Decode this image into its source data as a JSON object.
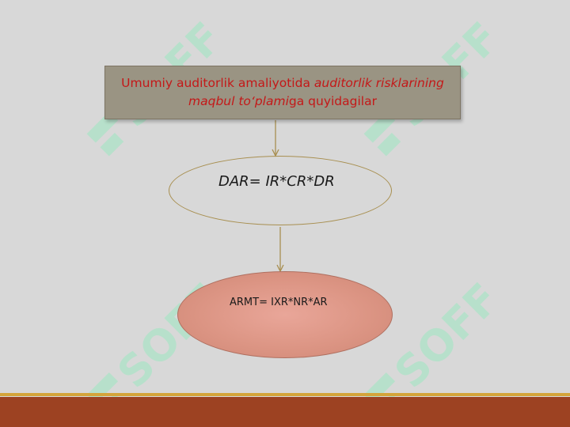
{
  "title": {
    "part1": "Umumiy auditorlik amaliyotida ",
    "part2_italic": "auditorlik risklarining",
    "part3_italic": "maqbul to‘plami",
    "part4": "ga quyidagilar"
  },
  "formula_1": "DAR= IR*CR*DR",
  "formula_2": "ARMT= IXR*NR*AR",
  "watermark": {
    "text": "SOFF",
    "color": "#9de8c1"
  },
  "colors": {
    "background": "#d8d8d8",
    "title_box": "#9a9483",
    "title_text": "#c41818",
    "ellipse2_fill": "#dc9584",
    "footer_band": "#9d4222",
    "footer_line": "#d4a43b"
  }
}
